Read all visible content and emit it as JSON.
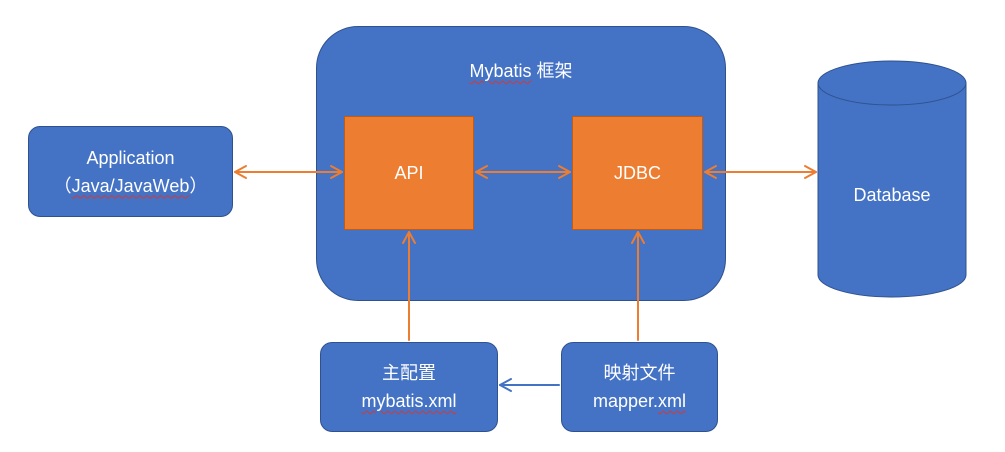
{
  "framework": {
    "name": "Mybatis",
    "suffix": " 框架"
  },
  "application": {
    "line1": "Application",
    "line2_prefix": "（",
    "line2_word": "Java/JavaWeb",
    "line2_suffix": "）"
  },
  "api": {
    "label": "API"
  },
  "jdbc": {
    "label": "JDBC"
  },
  "database": {
    "label": "Database"
  },
  "main_config": {
    "title": "主配置",
    "file": "mybatis.xml"
  },
  "mapping_files": {
    "title": "映射文件",
    "file_prefix": "mapper.",
    "file_ext": "xml"
  },
  "colors": {
    "blue": "#4472c4",
    "orange": "#ed7d31",
    "arrow_orange": "#ed7d31",
    "arrow_blue": "#4472c4"
  }
}
